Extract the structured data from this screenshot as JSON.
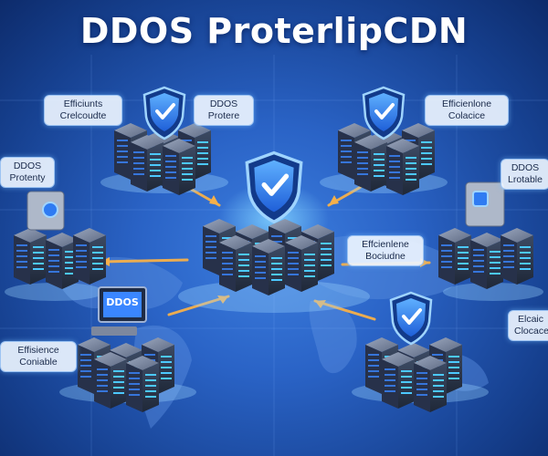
{
  "title": "DDOS ProterlipCDN",
  "colors": {
    "accent": "#3da2ff",
    "shield": "#2f7bf2",
    "arrow": "#f6b04a",
    "bg": "#2a63c6"
  },
  "labels": {
    "top_left": {
      "line1": "Efficiunts",
      "line2": "Crelcoudte"
    },
    "top_mid": {
      "line1": "DDOS",
      "line2": "Protere"
    },
    "top_right": {
      "line1": "Efficienlone",
      "line2": "Colacice"
    },
    "left": {
      "line1": "DDOS",
      "line2": "Protenty"
    },
    "right": {
      "line1": "DDOS",
      "line2": "Lrotable"
    },
    "center": {
      "line1": "Effcienlene",
      "line2": "Bociudne"
    },
    "bottom_left": {
      "line1": "Effisience",
      "line2": "Coniable"
    },
    "bottom_right": {
      "line1": "Elcaic",
      "line2": "Clocace"
    }
  },
  "monitor_text": "DDOS",
  "icons": [
    "shield-check-icon",
    "server-rack-icon",
    "monitor-icon",
    "keyboard-icon",
    "world-map"
  ]
}
